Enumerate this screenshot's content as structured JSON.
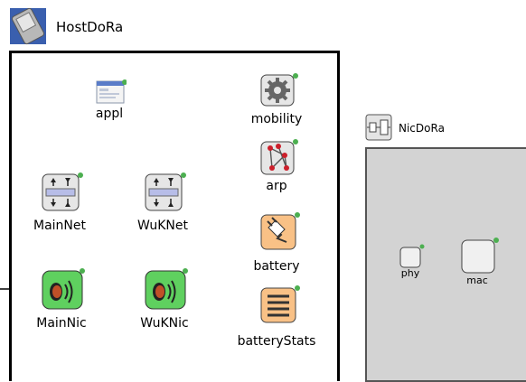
{
  "host": {
    "title": "HostDoRa"
  },
  "nic": {
    "title": "NicDoRa"
  },
  "modules": {
    "appl": "appl",
    "mobility": "mobility",
    "arp": "arp",
    "battery": "battery",
    "batteryStats": "batteryStats",
    "mainNet": "MainNet",
    "wukNet": "WuKNet",
    "mainNic": "MainNic",
    "wukNic": "WuKNic",
    "phy": "phy",
    "mac": "mac"
  },
  "colors": {
    "red_link": "#e8001c",
    "purple_link": "#7030c8",
    "black_link": "#000000",
    "nic_panel": "#d3d3d3",
    "status_dot": "#4caf50"
  },
  "icons": {
    "host": "pda-icon",
    "nic": "radio-antenna-icon",
    "appl": "window-icon",
    "mobility": "gear-icon",
    "arp": "network-graph-icon",
    "battery": "plug-icon",
    "batteryStats": "list-icon",
    "net": "up-down-arrows-icon",
    "phy": "box-icon",
    "mac": "box-icon"
  }
}
